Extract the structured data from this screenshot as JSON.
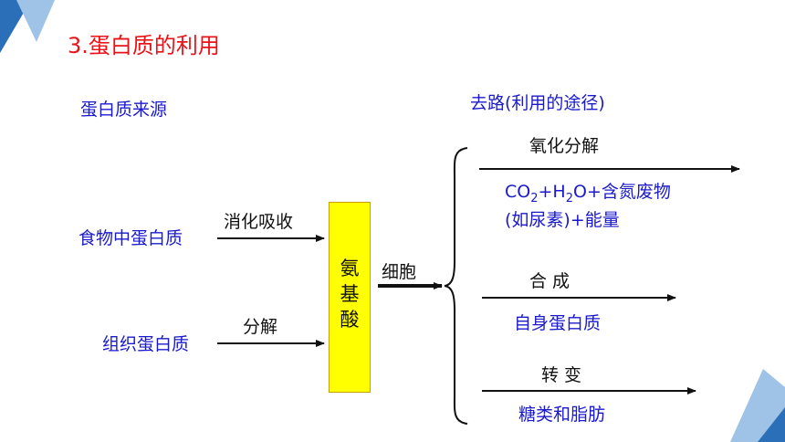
{
  "title": "3.蛋白质的利用",
  "source_heading": "蛋白质来源",
  "fate_heading": "去路(利用的途径)",
  "sources": {
    "food": "食物中蛋白质",
    "tissue": "组织蛋白质"
  },
  "arrows": {
    "digest_label": "消化吸收",
    "decompose_label": "分解",
    "cell_label": "细胞"
  },
  "amino_acid": [
    "氨",
    "基",
    "酸"
  ],
  "fates": {
    "oxidation": {
      "label": "氧化分解",
      "result_line1_parts": [
        "CO",
        "2",
        "+H",
        "2",
        "O+含氮废物"
      ],
      "result_line2": "(如尿素)+能量"
    },
    "synthesis": {
      "label": "合 成",
      "result": "自身蛋白质"
    },
    "conversion": {
      "label": "转 变",
      "result": "糖类和脂肪"
    }
  },
  "colors": {
    "title": "#e8141a",
    "text_blue": "#1a1acc",
    "box_fill": "#ffff00",
    "deco_dark": "#2a6fb8",
    "deco_light": "#9ec3e6"
  }
}
